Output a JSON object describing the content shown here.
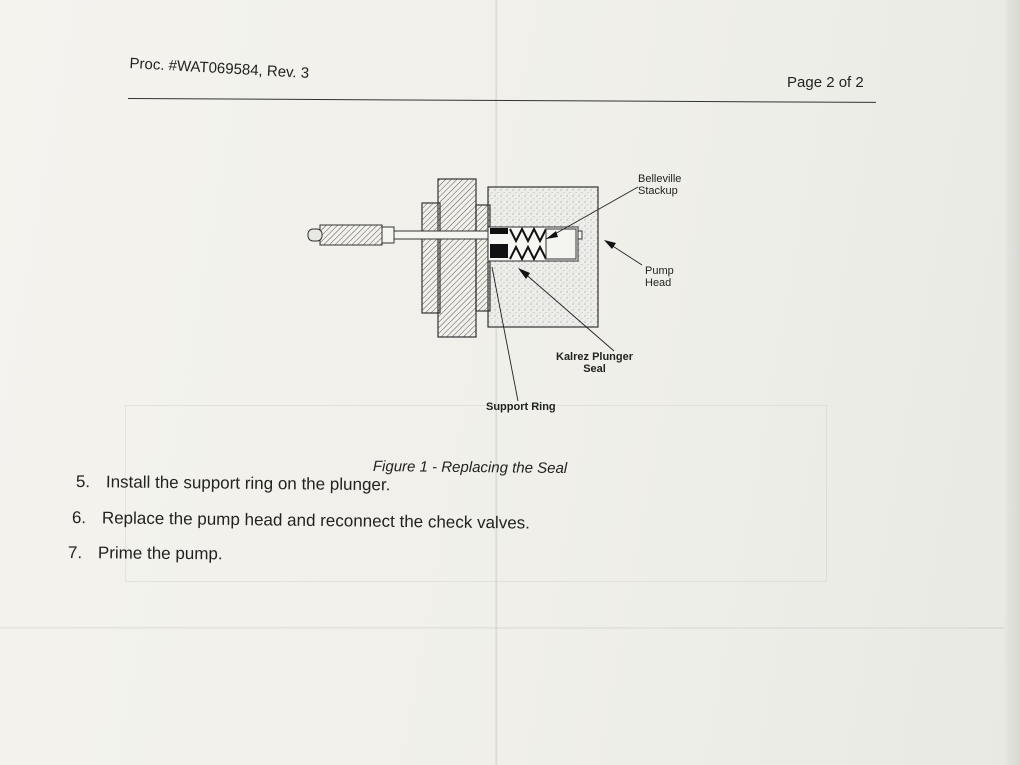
{
  "header": {
    "procedure": "Proc. #WAT069584, Rev. 3",
    "page": "Page 2 of 2"
  },
  "figure": {
    "labels": {
      "belleville": "Belleville\nStackup",
      "pump_head": "Pump\nHead",
      "kalrez": "Kalrez Plunger\nSeal",
      "support_ring": "Support Ring"
    },
    "caption": "Figure 1 - Replacing the Seal"
  },
  "steps": [
    {
      "num": "5.",
      "text": "Install the support ring on the plunger."
    },
    {
      "num": "6.",
      "text": "Replace the pump head and reconnect the check valves."
    },
    {
      "num": "7.",
      "text": "Prime the pump."
    }
  ]
}
